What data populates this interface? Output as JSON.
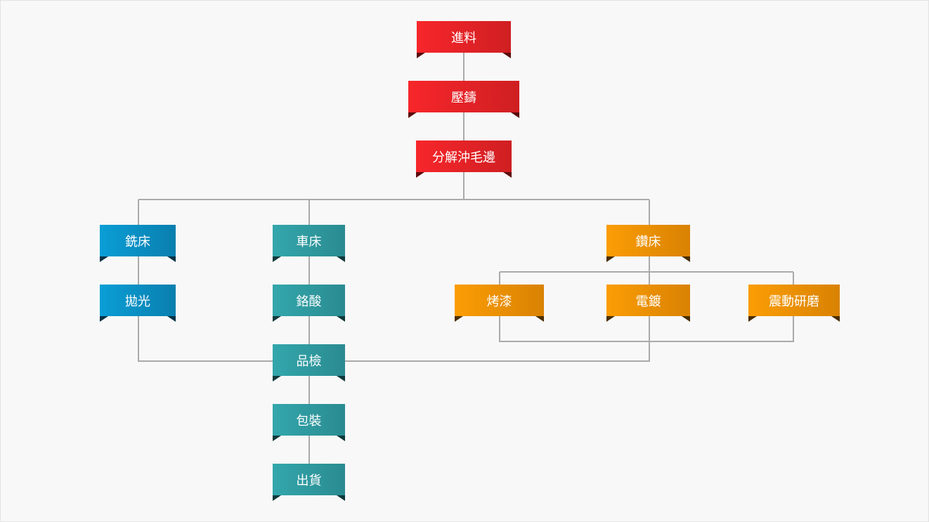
{
  "diagram": {
    "nodes": [
      {
        "id": "n1",
        "label": "進料",
        "color": "red"
      },
      {
        "id": "n2",
        "label": "壓鑄",
        "color": "red"
      },
      {
        "id": "n3",
        "label": "分解沖毛邊",
        "color": "red"
      },
      {
        "id": "n4",
        "label": "銑床",
        "color": "blue"
      },
      {
        "id": "n5",
        "label": "拋光",
        "color": "blue"
      },
      {
        "id": "n6",
        "label": "車床",
        "color": "teal"
      },
      {
        "id": "n7",
        "label": "鉻酸",
        "color": "teal"
      },
      {
        "id": "n8",
        "label": "品檢",
        "color": "teal"
      },
      {
        "id": "n9",
        "label": "包裝",
        "color": "teal"
      },
      {
        "id": "n10",
        "label": "出貨",
        "color": "teal"
      },
      {
        "id": "n11",
        "label": "鑽床",
        "color": "orange"
      },
      {
        "id": "n12",
        "label": "烤漆",
        "color": "orange"
      },
      {
        "id": "n13",
        "label": "電鍍",
        "color": "orange"
      },
      {
        "id": "n14",
        "label": "震動研磨",
        "color": "orange"
      }
    ],
    "edges": [
      [
        "n1",
        "n2"
      ],
      [
        "n2",
        "n3"
      ],
      [
        "n3",
        "n4"
      ],
      [
        "n3",
        "n6"
      ],
      [
        "n3",
        "n11"
      ],
      [
        "n4",
        "n5"
      ],
      [
        "n6",
        "n7"
      ],
      [
        "n11",
        "n12"
      ],
      [
        "n11",
        "n13"
      ],
      [
        "n11",
        "n14"
      ],
      [
        "n5",
        "n8"
      ],
      [
        "n7",
        "n8"
      ],
      [
        "n12",
        "n8"
      ],
      [
        "n13",
        "n8"
      ],
      [
        "n14",
        "n8"
      ],
      [
        "n8",
        "n9"
      ],
      [
        "n9",
        "n10"
      ]
    ],
    "colors": {
      "connector": "#aaaaaa",
      "red": "#e32226",
      "blue": "#0a8fc4",
      "teal": "#2f9aa0",
      "orange": "#f29404"
    }
  }
}
